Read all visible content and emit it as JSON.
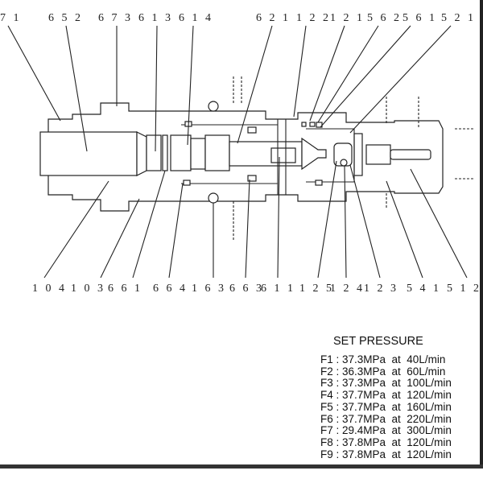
{
  "top_labels": [
    "7 1",
    "6 5 2",
    "6 7 3",
    "6 1 3",
    "6 1 4",
    "6 2 1",
    "1 2 2",
    "1 2 1",
    "5 6 2",
    "5 6 1",
    "5 2 1"
  ],
  "bottom_labels": [
    "1 0 4",
    "1 0 3",
    "6 6 1",
    "6 6 4",
    "1 6 3",
    "6 6 3",
    "6 1 1",
    "1 2 5",
    "1 2 4",
    "1 2 3",
    "5 4 1",
    "5 1 2"
  ],
  "set_pressure": {
    "title": "SET PRESSURE",
    "rows": [
      "F1 : 37.3MPa  at  40L/min",
      "F2 : 36.3MPa  at  60L/min",
      "F3 : 37.3MPa  at  100L/min",
      "F4 : 37.7MPa  at  120L/min",
      "F5 : 37.7MPa  at  160L/min",
      "F6 : 37.7MPa  at  220L/min",
      "F7 : 29.4MPa  at  300L/min",
      "F8 : 37.8MPa  at  120L/min",
      "F9 : 37.8MPa  at  120L/min"
    ]
  }
}
